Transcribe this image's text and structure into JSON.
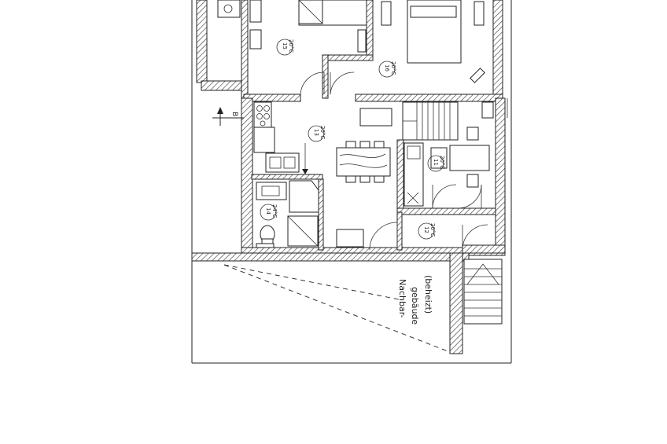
{
  "rooms": [
    {
      "number": "15",
      "temp": "20°C"
    },
    {
      "number": "16",
      "temp": "20°C"
    },
    {
      "number": "13",
      "temp": "20°C"
    },
    {
      "number": "11",
      "temp": "20°C"
    },
    {
      "number": "14",
      "temp": "24°C"
    },
    {
      "number": "12",
      "temp": "20°C"
    }
  ],
  "section_marker": "B",
  "neighbor": {
    "line1": "Nachbar-",
    "line2": "gebäude",
    "line3": "(beheizt)"
  },
  "colors": {
    "line": "#222222",
    "background": "#ffffff"
  }
}
